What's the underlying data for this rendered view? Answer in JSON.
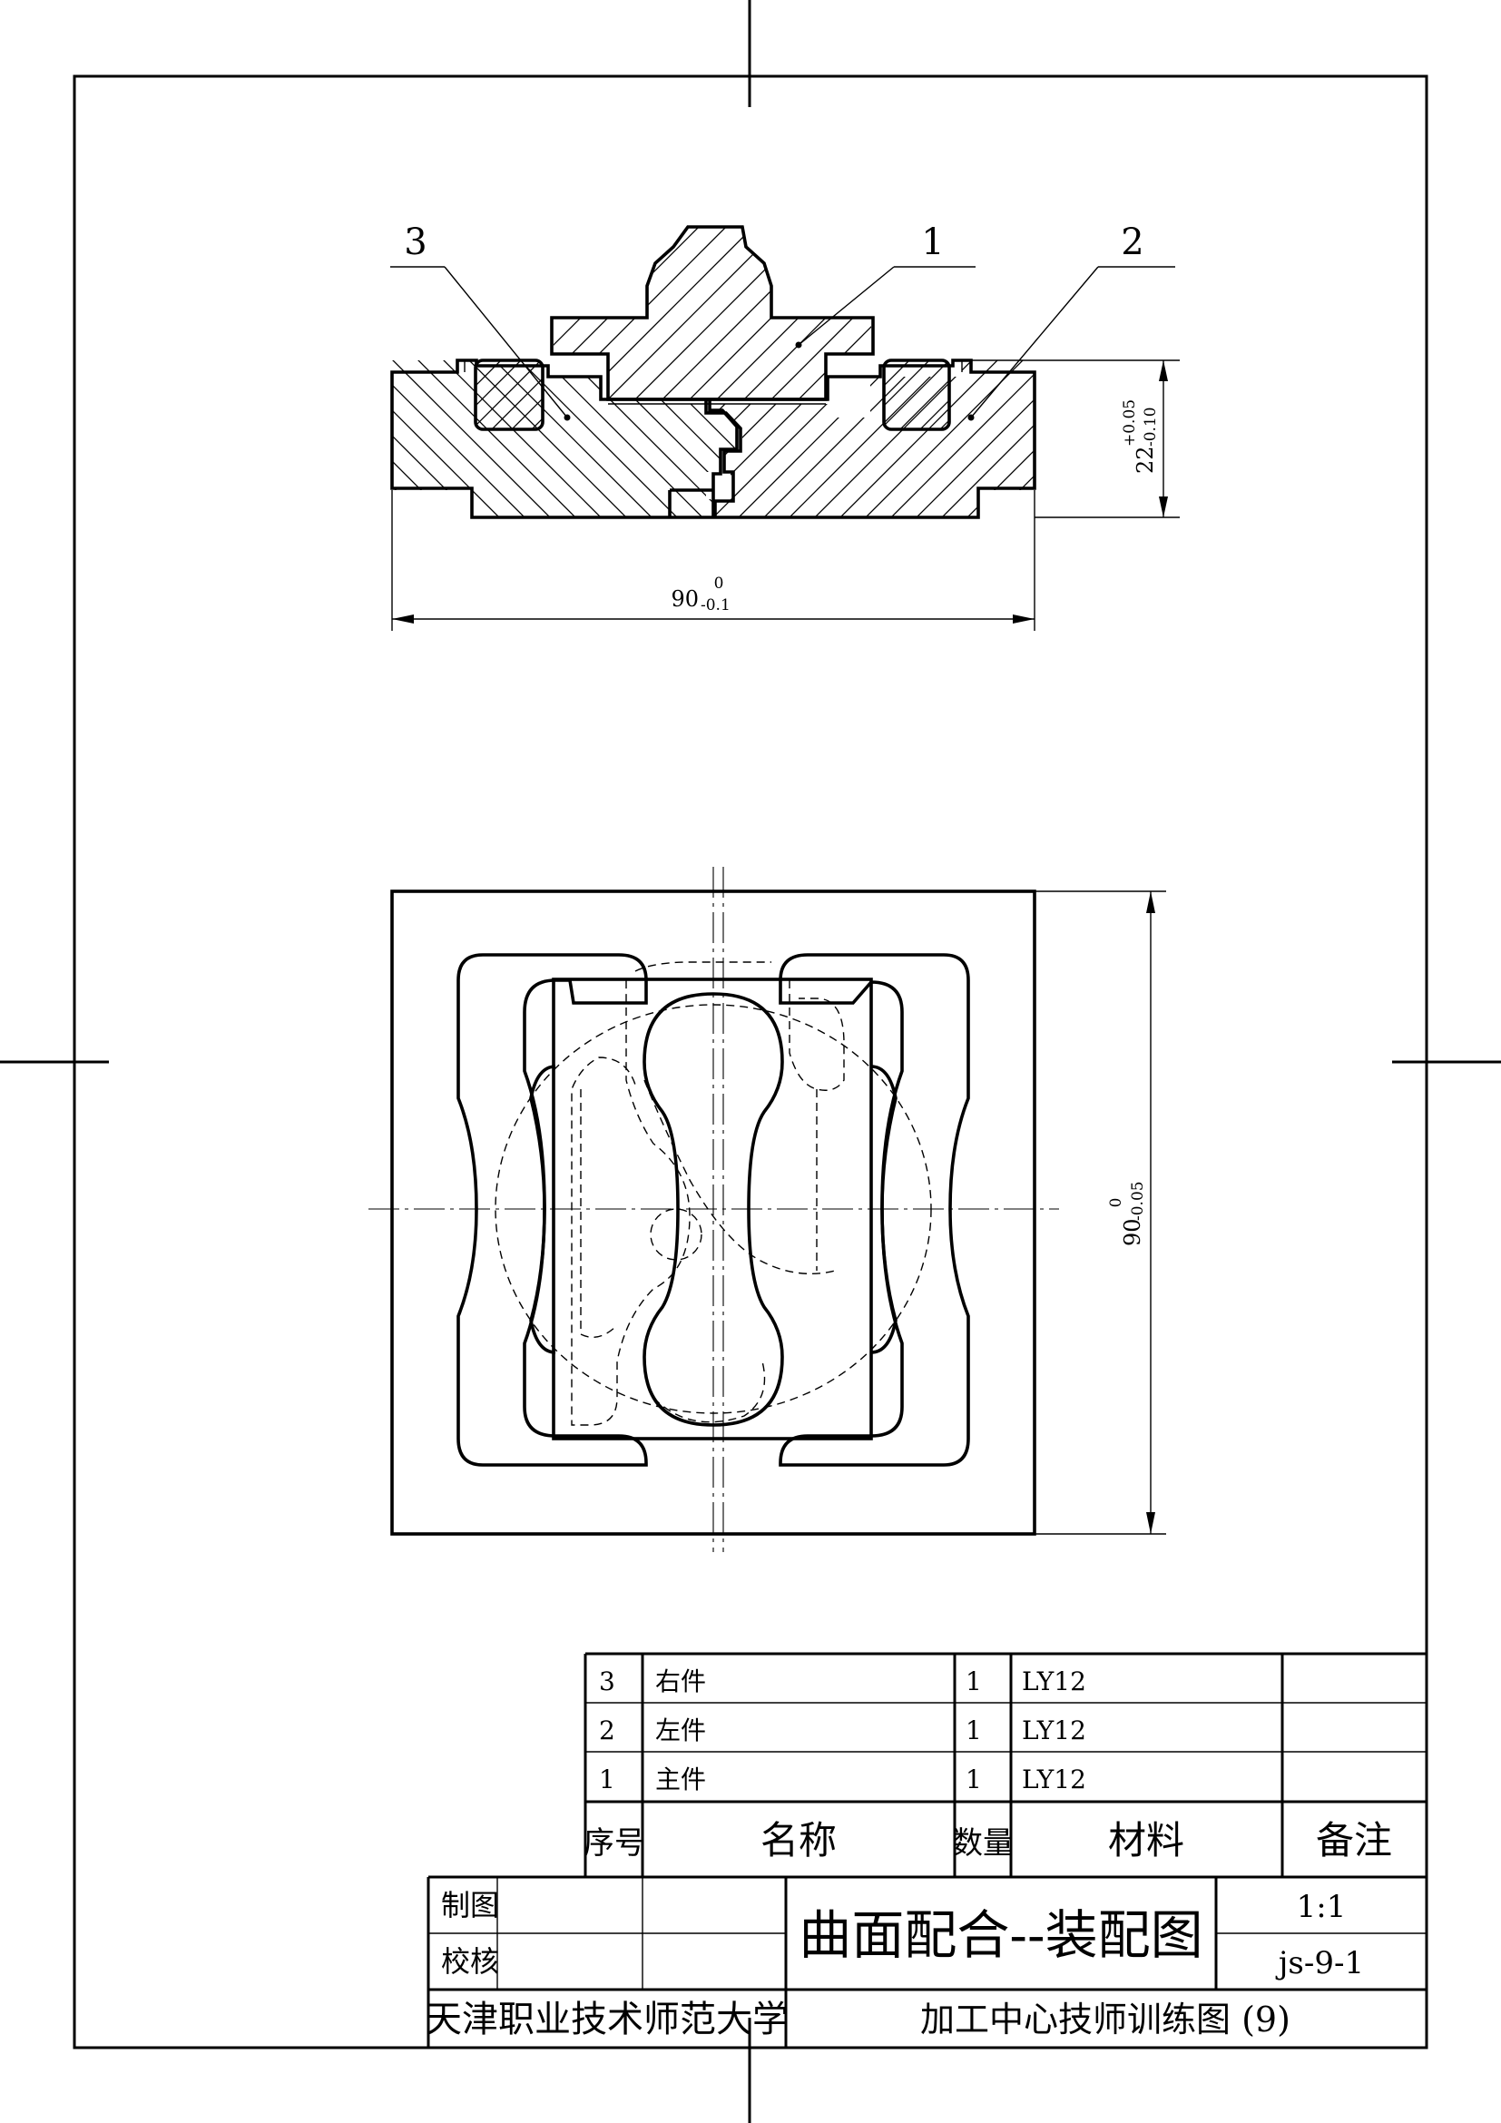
{
  "callouts": {
    "part3": "3",
    "part1": "1",
    "part2": "2"
  },
  "dimensions": {
    "width_base": "90",
    "width_upper_dev": "0",
    "width_lower_dev": "-0.1",
    "height_base": "22",
    "height_upper_dev": "+0.05",
    "height_lower_dev": "-0.10",
    "top_view_base": "90",
    "top_view_upper_dev": "0",
    "top_view_lower_dev": "-0.05"
  },
  "parts_list": {
    "rows": [
      {
        "no": "3",
        "name": "右件",
        "qty": "1",
        "material": "LY12",
        "remark": ""
      },
      {
        "no": "2",
        "name": "左件",
        "qty": "1",
        "material": "LY12",
        "remark": ""
      },
      {
        "no": "1",
        "name": "主件",
        "qty": "1",
        "material": "LY12",
        "remark": ""
      }
    ],
    "headers": {
      "no": "序号",
      "name": "名称",
      "qty": "数量",
      "material": "材料",
      "remark": "备注"
    }
  },
  "title_block": {
    "drawn_label": "制图",
    "checked_label": "校核",
    "title": "曲面配合--装配图",
    "scale": "1:1",
    "drawing_no": "js-9-1",
    "institution": "天津职业技术师范大学",
    "subtitle": "加工中心技师训练图 (9)"
  }
}
